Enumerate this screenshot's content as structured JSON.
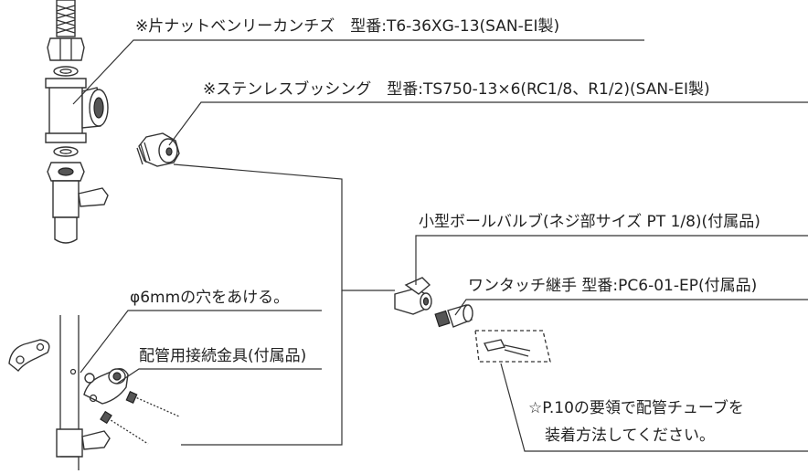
{
  "labels": {
    "half_nut_cheese": "※片ナットベンリーカンチズ　型番:T6-36XG-13(SAN-EI製)",
    "stainless_bushing": "※ステンレスブッシング　型番:TS750-13×6(RC1/8、R1/2)(SAN-EI製)",
    "ball_valve": "小型ボールバルブ(ネジ部サイズ PT 1/8)(付属品)",
    "one_touch_fitting": "ワンタッチ継手 型番:PC6-01-EP(付属品)",
    "drill_hole": "φ6mmの穴をあける。",
    "pipe_fitting": "配管用接続金具(付属品)",
    "note_line1": "☆P.10の要領で配管チューブを",
    "note_line2": "装着方法してください。"
  }
}
